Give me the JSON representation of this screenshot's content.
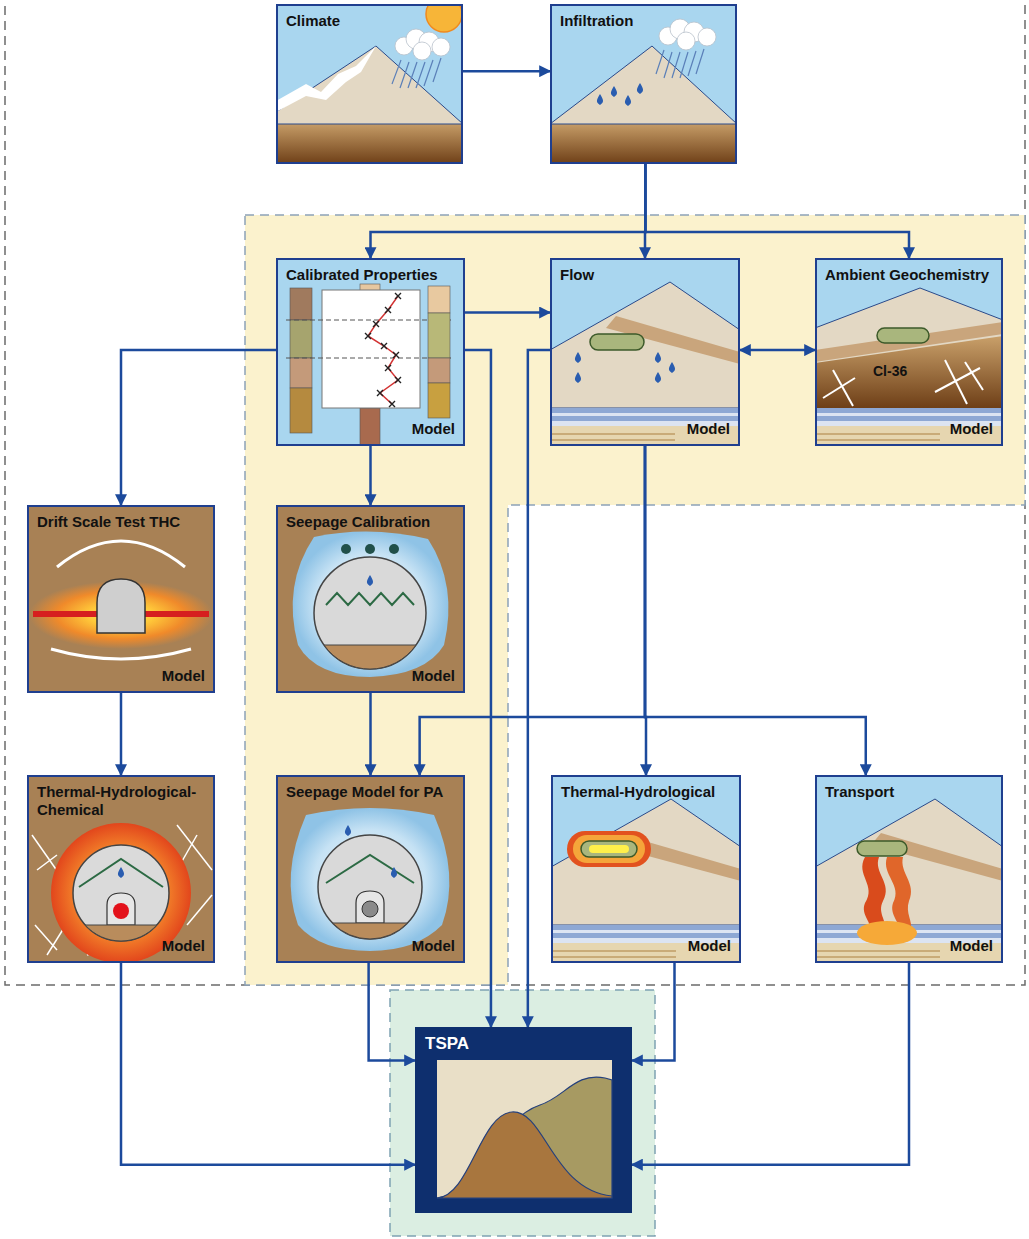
{
  "diagram": {
    "nodes": [
      {
        "text": [
          "Climate"
        ]
      },
      {
        "text": [
          "Infiltration"
        ]
      },
      {
        "text": [
          "Calibrated Properties",
          "Model"
        ]
      },
      {
        "text": [
          "Flow",
          "Model"
        ]
      },
      {
        "text": [
          "Ambient Geochemistry",
          "Cl-36",
          "Model"
        ]
      },
      {
        "text": [
          "Drift Scale Test THC",
          "Model"
        ]
      },
      {
        "text": [
          "Seepage Calibration",
          "Model"
        ]
      },
      {
        "text": [
          "Thermal-Hydrological-Chemical",
          "Model"
        ]
      },
      {
        "text": [
          "Seepage Model for PA",
          "Model"
        ]
      },
      {
        "text": [
          "Thermal-Hydrological",
          "Model"
        ]
      },
      {
        "text": [
          "Transport",
          "Model"
        ]
      },
      {
        "text": [
          "TSPA"
        ]
      }
    ],
    "edges": [
      {
        "from": 0,
        "to": 1,
        "arrow": "to"
      },
      {
        "from": 1,
        "to": 2,
        "arrow": "to"
      },
      {
        "from": 1,
        "to": 3,
        "arrow": "to"
      },
      {
        "from": 1,
        "to": 4,
        "arrow": "to"
      },
      {
        "from": 2,
        "to": 3,
        "arrow": "to"
      },
      {
        "from": 3,
        "to": 4,
        "arrow": "both"
      },
      {
        "from": 2,
        "to": 5,
        "arrow": "to"
      },
      {
        "from": 2,
        "to": 6,
        "arrow": "to"
      },
      {
        "from": 2,
        "to": 11,
        "arrow": "to"
      },
      {
        "from": 3,
        "to": 11,
        "arrow": "to"
      },
      {
        "from": 5,
        "to": 7,
        "arrow": "to"
      },
      {
        "from": 6,
        "to": 8,
        "arrow": "to"
      },
      {
        "from": 3,
        "to": 9,
        "arrow": "to"
      },
      {
        "from": 3,
        "to": 8,
        "arrow": "to"
      },
      {
        "from": 3,
        "to": 10,
        "arrow": "to"
      },
      {
        "from": 7,
        "to": 11,
        "arrow": "to"
      },
      {
        "from": 8,
        "to": 11,
        "arrow": "to"
      },
      {
        "from": 9,
        "to": 11,
        "arrow": "to"
      },
      {
        "from": 10,
        "to": 11,
        "arrow": "to"
      }
    ]
  }
}
